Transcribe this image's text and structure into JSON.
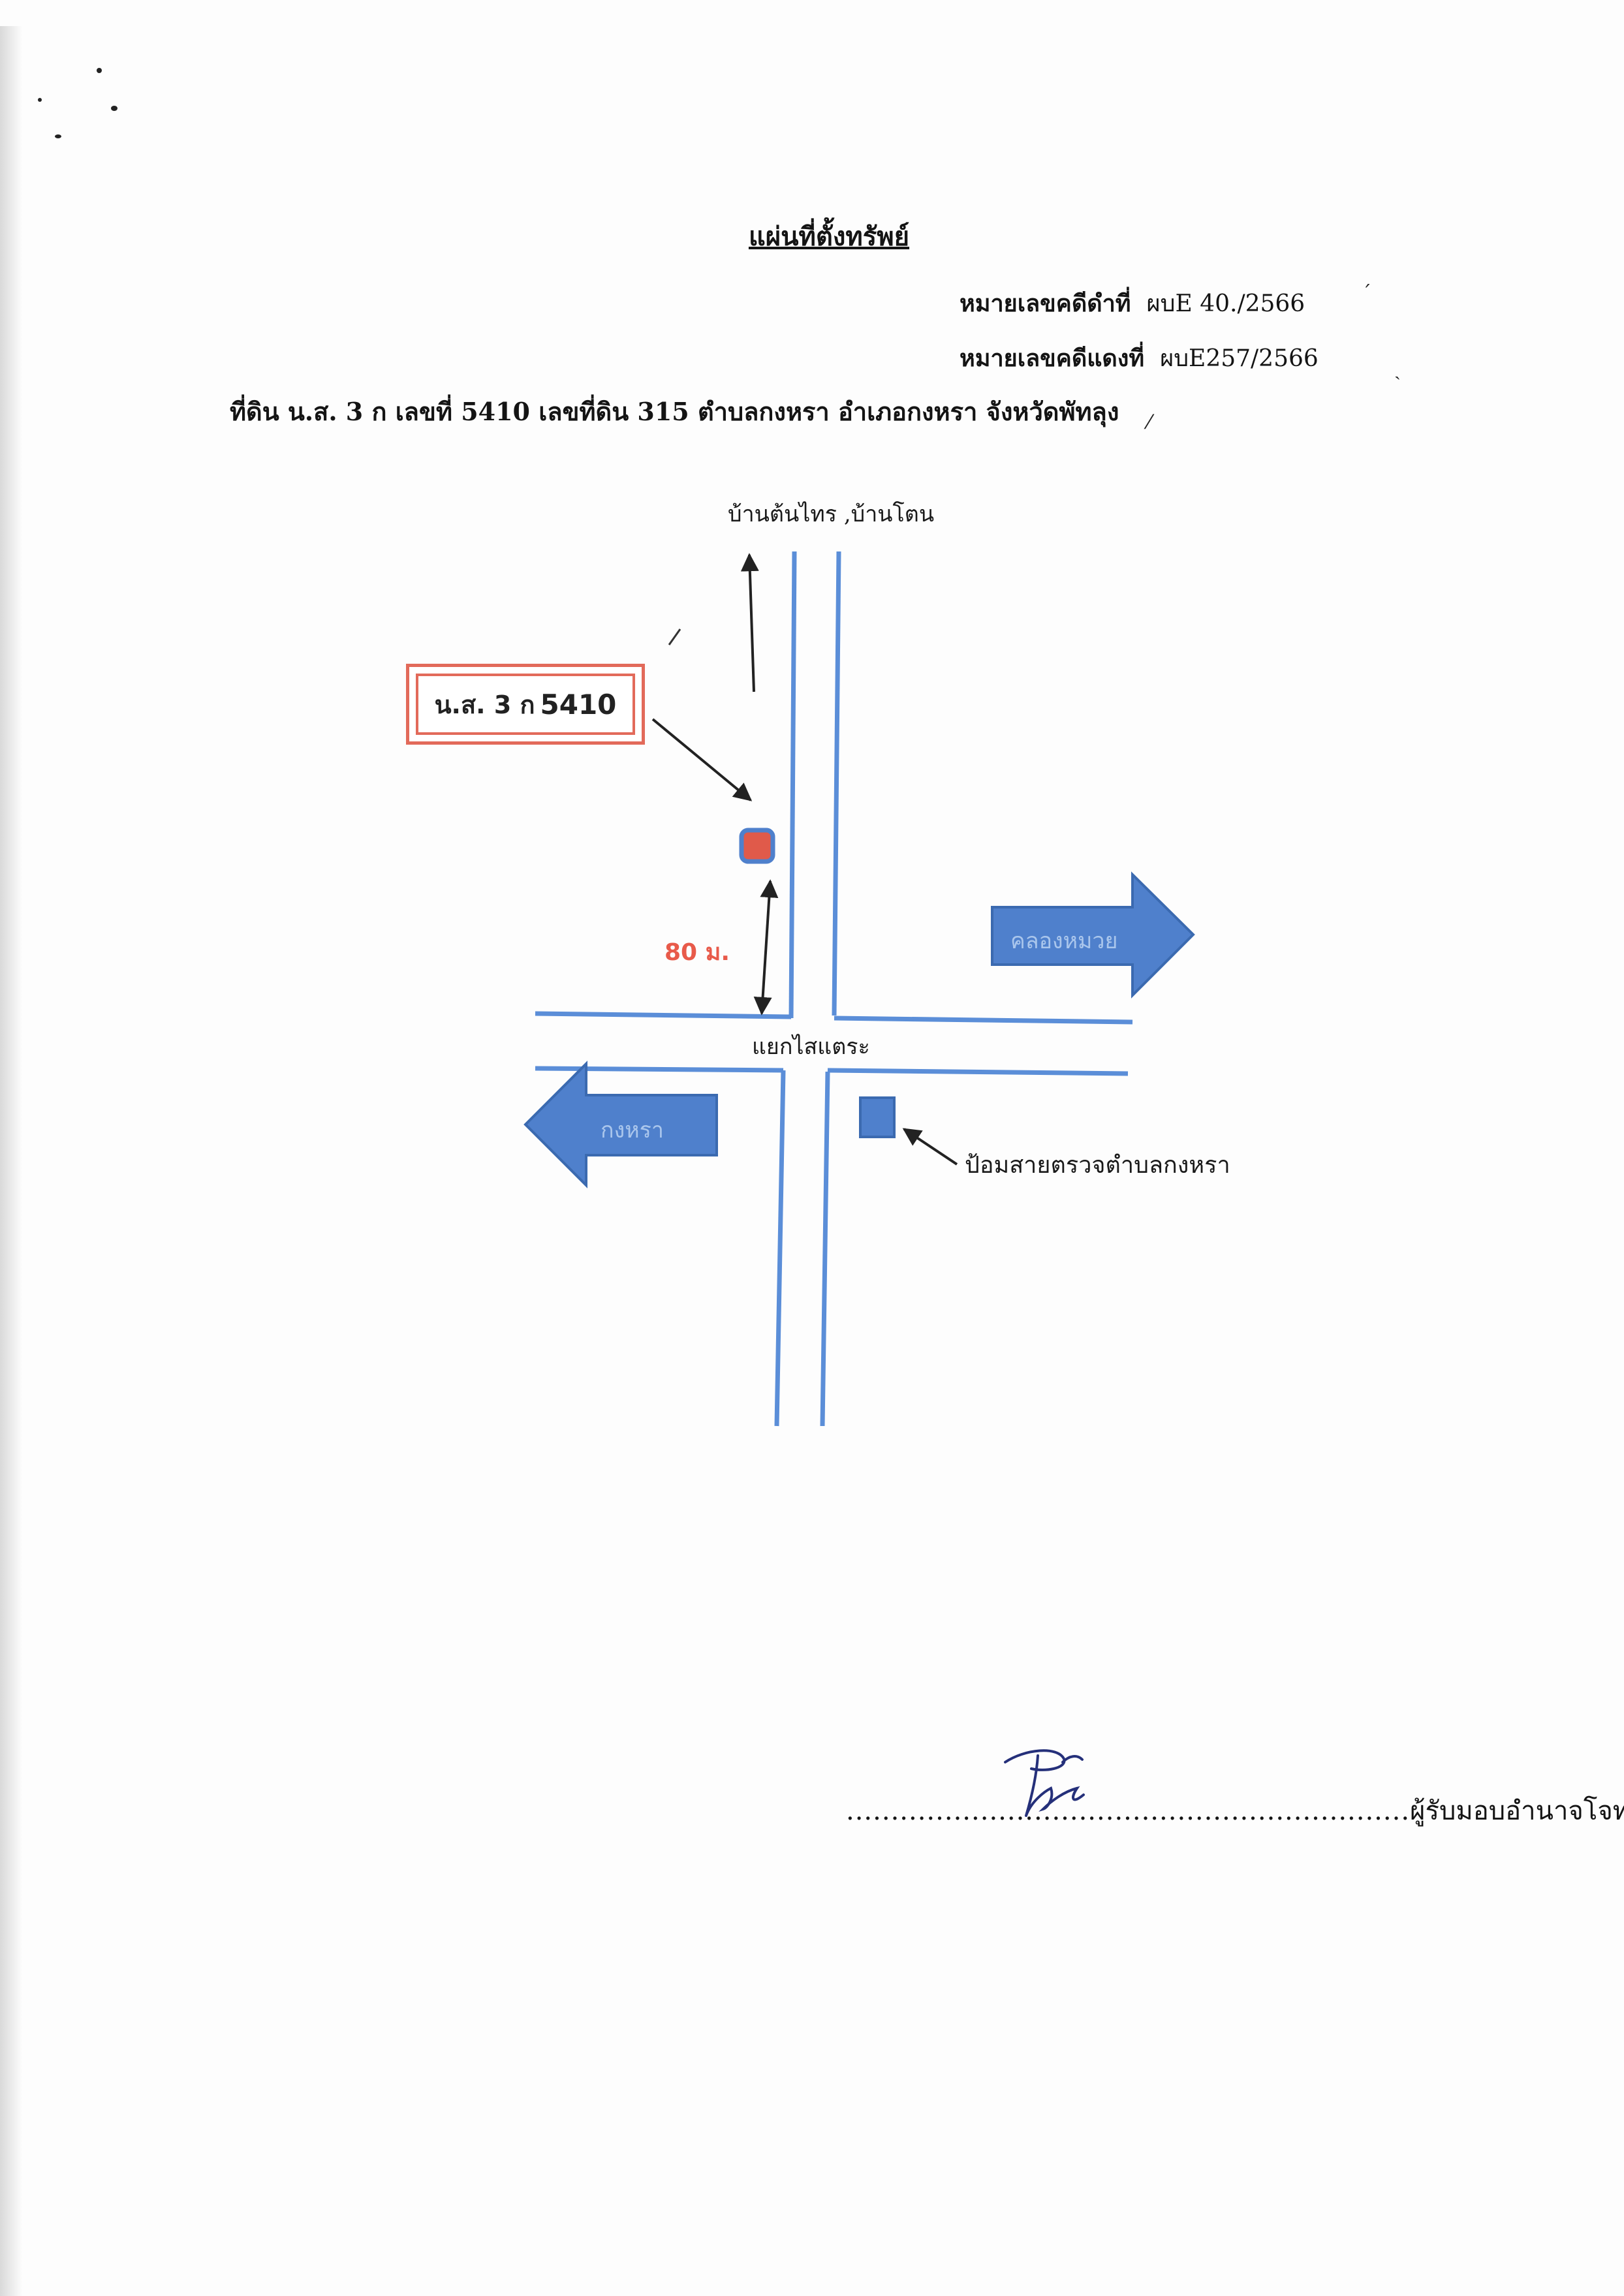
{
  "header": {
    "title": "แผ่นที่ตั้งทรัพย์",
    "black_case_label": "หมายเลขคดีดำที่",
    "black_case_value": "ผบE 40./2566",
    "red_case_label": "หมายเลขคดีแดงที่",
    "red_case_value": "ผบE257/2566",
    "land_description": "ที่ดิน น.ส. 3 ก เลขที่ 5410  เลขที่ดิน 315 ตำบลกงหรา  อำเภอกงหรา  จังหวัดพัทลุง"
  },
  "map": {
    "north_destination": "บ้านต้นไทร ,บ้านโตน",
    "parcel_label_prefix": "น.ส. 3 ก",
    "parcel_label_number": "5410",
    "distance": "80 ม.",
    "intersection": "แยกไสแตระ",
    "east_arrow": "คลองหมวย",
    "west_arrow": "กงหรา",
    "police_box": "ป้อมสายตรวจตำบลกงหรา",
    "road_color": "#5b8ed8",
    "arrow_fill": "#4f80cc",
    "marker_red": "#e05a4a"
  },
  "signature": {
    "dots": "...............................................................",
    "role": "ผู้รับมอบอำนาจโจทก์"
  }
}
